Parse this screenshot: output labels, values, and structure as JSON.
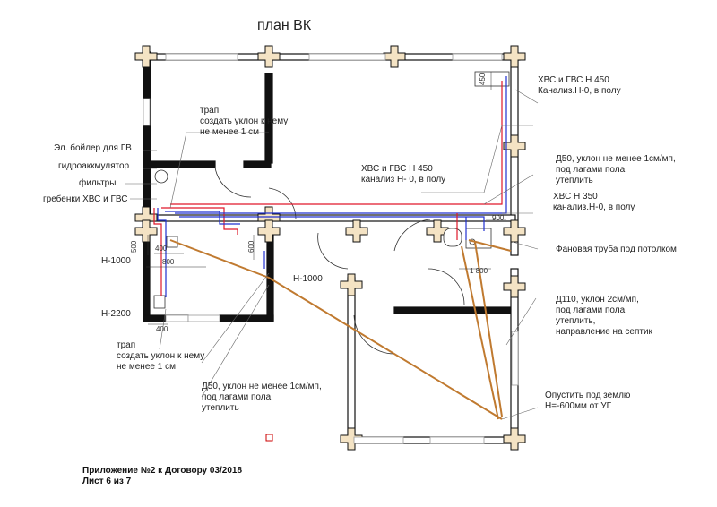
{
  "title": "план ВК",
  "footer": {
    "line1": "Приложение №2 к Договору 03/2018",
    "line2": "Лист 6 из 7"
  },
  "labels": {
    "hvs_gvs_450_right": "ХВС и ГВС Н 450\nКанализ.Н-0, в полу",
    "drain_top": "трап\nсоздать уклон к нему\nне менее 1 см",
    "boiler": "Эл. бойлер для ГВ",
    "accumulator": "гидроаккмулятор",
    "filters": "фильтры",
    "manifolds": "гребенки ХВС и ГВС",
    "hvs_gvs_450_center": "ХВС и ГВС Н 450\nканализ Н- 0, в полу",
    "d50_right": "Д50, уклон не менее 1см/мп,\nпод лагами пола,\nутеплить",
    "hvs_350": "ХВС Н 350\nканализ.Н-0, в полу",
    "fan_pipe": "Фановая труба под потолком",
    "d110": "Д110, уклон 2см/мп,\nпод лагами пола,\nутеплить,\nнаправление на септик",
    "h1000_left": "Н-1000",
    "h1000_center": "Н-1000",
    "h2200": "Н-2200",
    "drain_bottom": "трап\nсоздать уклон к нему\nне менее 1 см",
    "d50_bottom": "Д50, уклон не менее 1см/мп,\nпод лагами пола,\nутеплить",
    "lower_below": "Опустить под землю\nН=-600мм от УГ"
  },
  "dimensions": {
    "d450": "450",
    "d500": "500",
    "d400a": "400",
    "d800": "800",
    "d600": "600",
    "d400b": "400",
    "d900": "900",
    "d1800": "1 800"
  },
  "colors": {
    "wall": "#f4e3c4",
    "wall_stroke": "#111111",
    "hot": "#e0182a",
    "cold": "#2030d0",
    "sewer": "#c07a30",
    "leader": "#666666"
  }
}
